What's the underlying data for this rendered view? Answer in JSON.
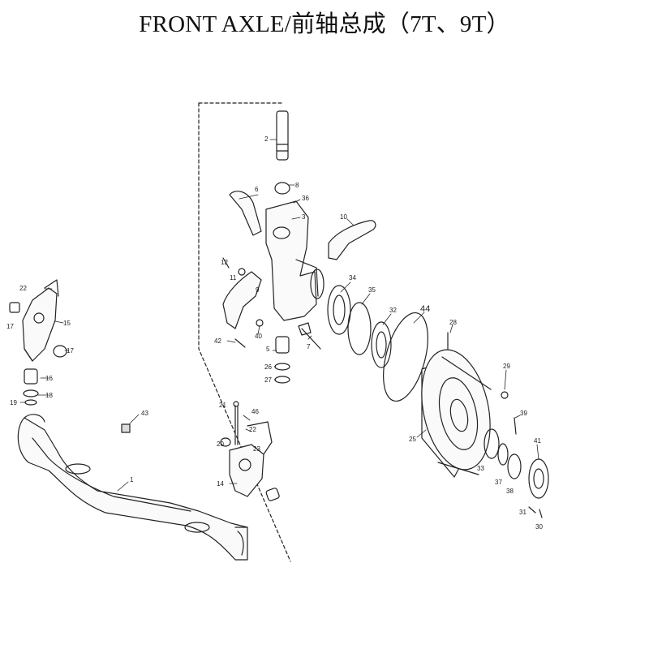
{
  "title": "FRONT AXLE/前轴总成（7T、9T）",
  "callouts": [
    {
      "id": "c1",
      "text": "1"
    },
    {
      "id": "c2",
      "text": "2"
    },
    {
      "id": "c3",
      "text": "3"
    },
    {
      "id": "c5",
      "text": "5"
    },
    {
      "id": "c6",
      "text": "6"
    },
    {
      "id": "c7",
      "text": "7"
    },
    {
      "id": "c8",
      "text": "8"
    },
    {
      "id": "c9",
      "text": "9"
    },
    {
      "id": "c10",
      "text": "10"
    },
    {
      "id": "c11",
      "text": "11"
    },
    {
      "id": "c12",
      "text": "12"
    },
    {
      "id": "c14",
      "text": "14"
    },
    {
      "id": "c15",
      "text": "15"
    },
    {
      "id": "c16",
      "text": "16"
    },
    {
      "id": "c17",
      "text": "17"
    },
    {
      "id": "c17b",
      "text": "17"
    },
    {
      "id": "c18",
      "text": "18"
    },
    {
      "id": "c19",
      "text": "19"
    },
    {
      "id": "c20",
      "text": "20"
    },
    {
      "id": "c21",
      "text": "21"
    },
    {
      "id": "c22",
      "text": "22"
    },
    {
      "id": "c22b",
      "text": "22"
    },
    {
      "id": "c23",
      "text": "23"
    },
    {
      "id": "c25",
      "text": "25"
    },
    {
      "id": "c26",
      "text": "26"
    },
    {
      "id": "c27",
      "text": "27"
    },
    {
      "id": "c28",
      "text": "28"
    },
    {
      "id": "c29",
      "text": "29"
    },
    {
      "id": "c30",
      "text": "30"
    },
    {
      "id": "c31",
      "text": "31"
    },
    {
      "id": "c32",
      "text": "32"
    },
    {
      "id": "c33",
      "text": "33"
    },
    {
      "id": "c34",
      "text": "34"
    },
    {
      "id": "c35",
      "text": "35"
    },
    {
      "id": "c36",
      "text": "36"
    },
    {
      "id": "c37",
      "text": "37"
    },
    {
      "id": "c38",
      "text": "38"
    },
    {
      "id": "c39",
      "text": "39"
    },
    {
      "id": "c40",
      "text": "40"
    },
    {
      "id": "c41",
      "text": "41"
    },
    {
      "id": "c42",
      "text": "42"
    },
    {
      "id": "c43",
      "text": "43"
    },
    {
      "id": "c44",
      "text": "44"
    },
    {
      "id": "c46",
      "text": "46"
    }
  ]
}
